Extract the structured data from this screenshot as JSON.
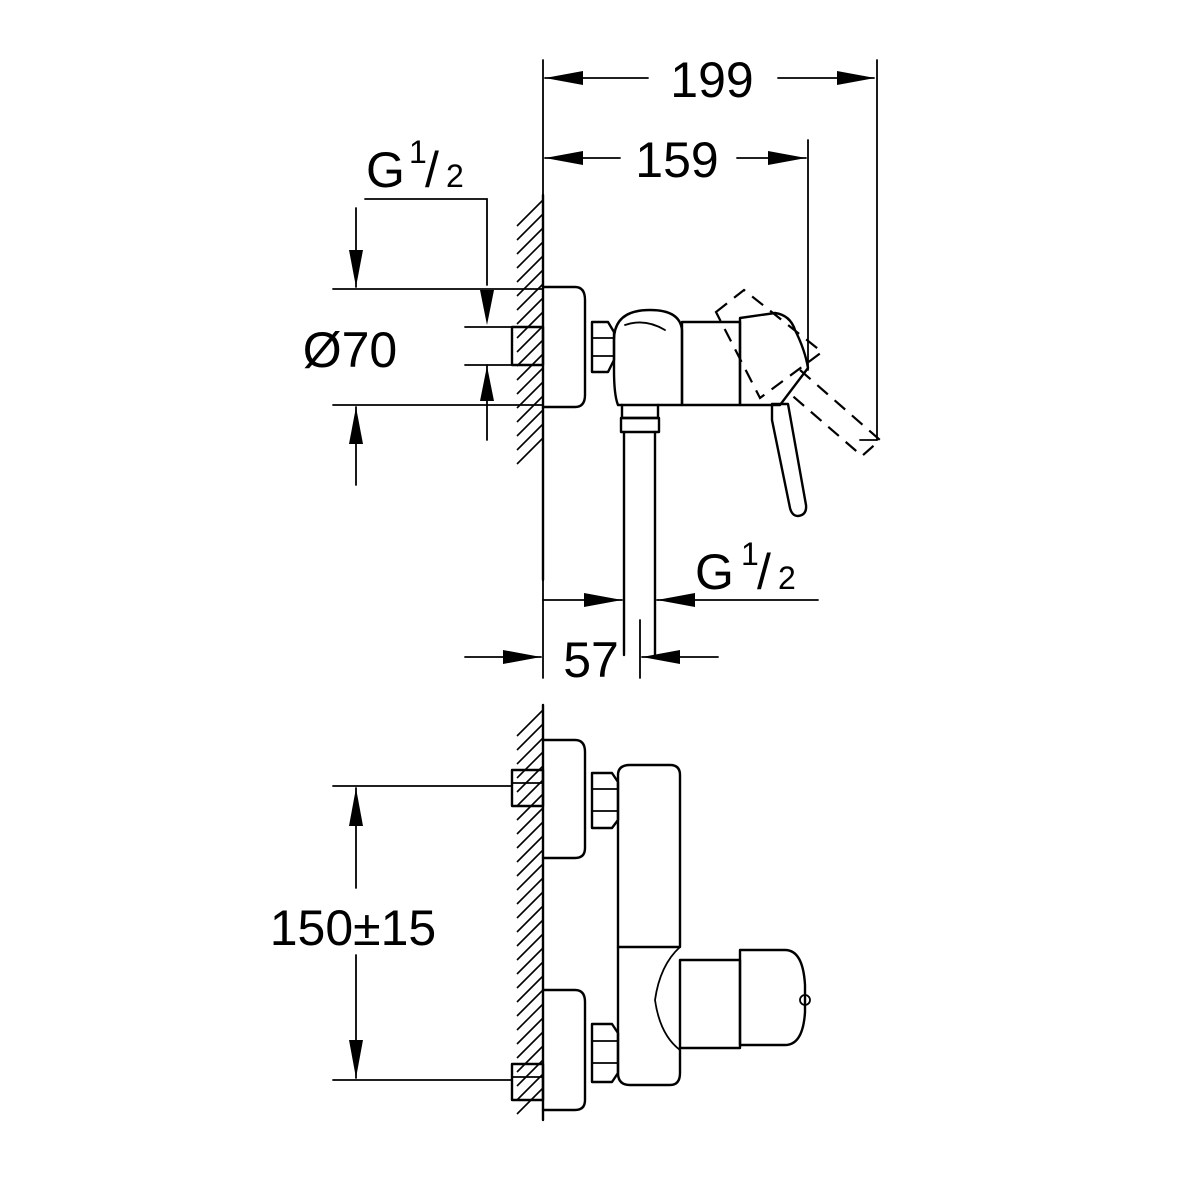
{
  "dimensions": {
    "total_depth": "199",
    "lever_depth": "159",
    "outlet_offset": "57",
    "flange_diameter": "Ø70",
    "centre_distance": "150±15"
  },
  "threads": {
    "inlet": {
      "letter": "G",
      "num": "1",
      "slash": "/",
      "den": "2"
    },
    "outlet": {
      "letter": "G",
      "num": "1",
      "slash": "/",
      "den": "2"
    }
  }
}
